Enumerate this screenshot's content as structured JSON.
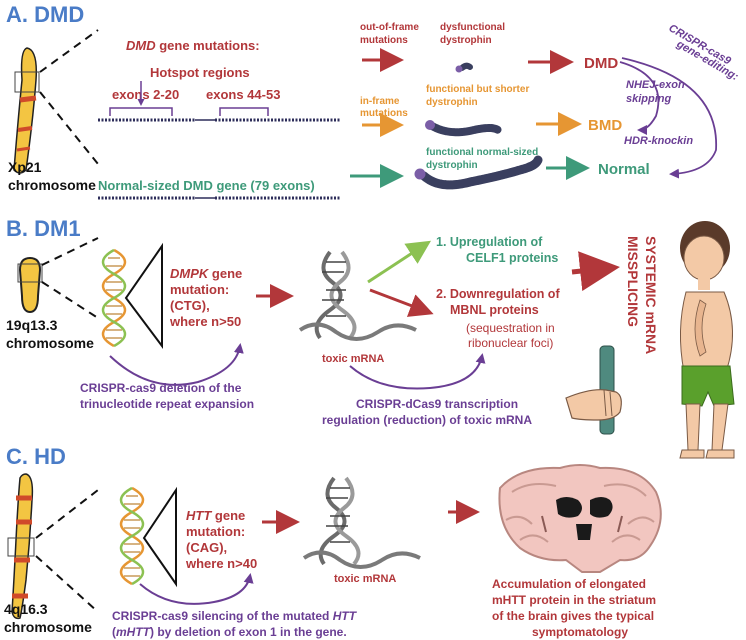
{
  "colors": {
    "heading_blue": "#4a7cc7",
    "red": "#b2373a",
    "orange": "#e69633",
    "green": "#3e9a7a",
    "purple": "#6a3e94",
    "light_green": "#8cc152",
    "dark": "#111111"
  },
  "panel_a": {
    "heading": "A. DMD",
    "chrom_line1": "Xp21",
    "chrom_line2": "chromosome",
    "gene_mut_italic": "DMD",
    "gene_mut_rest": " gene mutations:",
    "hotspot": "Hotspot regions",
    "exons1": "exons 2-20",
    "exons2": "exons 44-53",
    "normal_gene": "Normal-sized DMD gene (79 exons)",
    "oof_line1": "out-of-frame",
    "oof_line2": "mutations",
    "inf_line1": "in-frame",
    "inf_line2": "mutations",
    "dys1_line1": "dysfunctional",
    "dys1_line2": "dystrophin",
    "dys2_line1": "functional but shorter",
    "dys2_line2": "dystrophin",
    "dys3_line1": "functional normal-sized",
    "dys3_line2": "dystrophin",
    "out_dmd": "DMD",
    "out_bmd": "BMD",
    "out_normal": "Normal",
    "crispr_line1": "CRISPR-cas9",
    "crispr_line2": "gene-editing:",
    "nhej_line1": "NHEJ-exon",
    "nhej_line2": "skipping",
    "hdr": "HDR-knockin"
  },
  "panel_b": {
    "heading": "B. DM1",
    "chrom_line1": "19q13.3",
    "chrom_line2": "chromosome",
    "gene_italic": "DMPK",
    "gene_rest": " gene",
    "mut_line2": "mutation:",
    "mut_line3": "(CTG),",
    "mut_line4": "where n>50",
    "toxic": "toxic mRNA",
    "up_line1": "1. Upregulation of",
    "up_line2": "CELF1 proteins",
    "down_line1": "2. Downregulation of",
    "down_line2": "MBNL proteins",
    "seq_line1": "(sequestration in",
    "seq_line2": "ribonuclear foci)",
    "systemic_line1": "SYSTEMIC mRNA",
    "systemic_line2": "MISSPLICING",
    "crispr_del_line1": "CRISPR-cas9 deletion of the",
    "crispr_del_line2": "trinucleotide repeat expansion",
    "dcas_line1": "CRISPR-dCas9 transcription",
    "dcas_line2": "regulation (reduction) of toxic mRNA"
  },
  "panel_c": {
    "heading": "C. HD",
    "chrom_line1": "4q16.3",
    "chrom_line2": "chromosome",
    "gene_italic": "HTT",
    "gene_rest": " gene",
    "mut_line2": "mutation:",
    "mut_line3": "(CAG),",
    "mut_line4": "where n>40",
    "toxic": "toxic mRNA",
    "acc_line1": "Accumulation of elongated",
    "acc_line2": "mHTT protein in the striatum",
    "acc_line3": "of the brain gives the typical",
    "acc_line4": "symptomatology",
    "sil_line1_a": "CRISPR-cas9 silencing of the mutated ",
    "sil_line1_b": "HTT",
    "sil_line2_a": "(",
    "sil_line2_b": "mHTT",
    "sil_line2_c": ") by deletion of exon 1 in the gene."
  }
}
